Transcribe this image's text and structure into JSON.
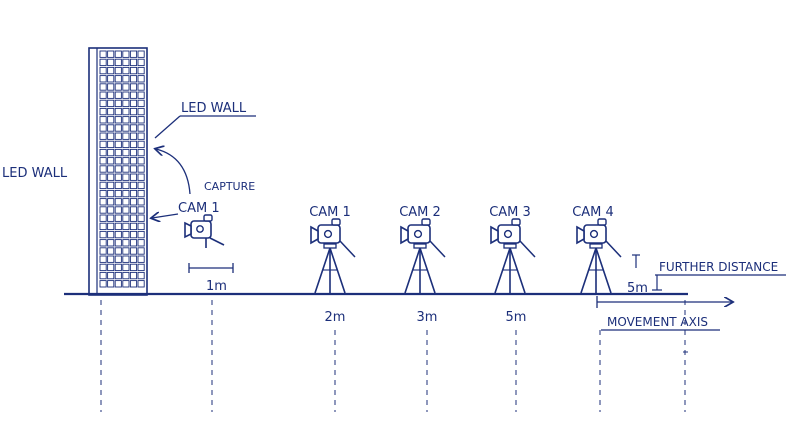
{
  "colors": {
    "ink": "#1c2f7a",
    "background": "#ffffff"
  },
  "labels": {
    "led_wall_left": "LED WALL",
    "led_wall_callout": "LED WALL",
    "capture": "CAPTURE",
    "further_distance": "FURTHER DISTANCE",
    "movement_axis": "MOVEMENT AXIS",
    "dist_5m_side": "5m"
  },
  "cameras": [
    {
      "label": "CAM 1",
      "distance": "1m",
      "mount": "handheld"
    },
    {
      "label": "CAM 1",
      "distance": "2m",
      "mount": "tripod"
    },
    {
      "label": "CAM 2",
      "distance": "3m",
      "mount": "tripod"
    },
    {
      "label": "CAM 3",
      "distance": "5m",
      "mount": "tripod"
    },
    {
      "label": "CAM 4",
      "distance": "",
      "mount": "tripod"
    }
  ],
  "icons": {
    "camera": "video-camera-icon",
    "tripod": "tripod-icon",
    "arrow": "arrow-icon"
  }
}
